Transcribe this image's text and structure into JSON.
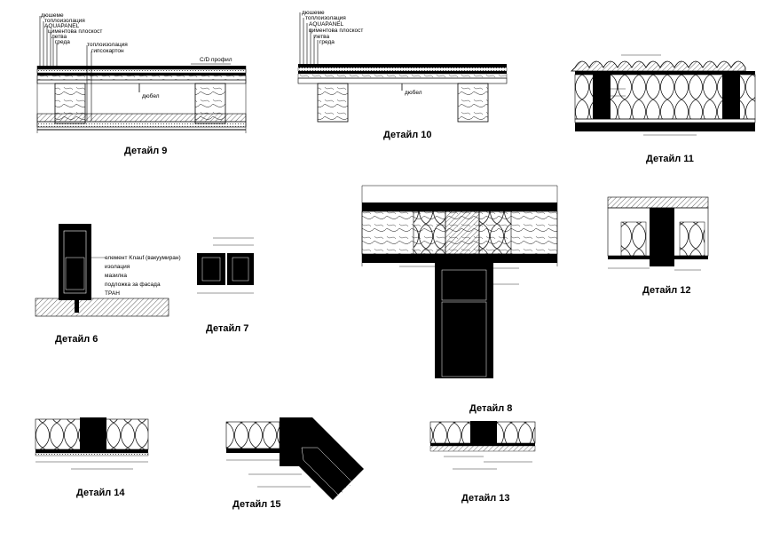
{
  "detail9": {
    "caption": "Детайл 9",
    "layers": [
      "дюшеме",
      "топлоизолация",
      "AQUAPANEL",
      "циментова плоскост",
      "летва",
      "греда"
    ],
    "right_labels": [
      "топлоизолация",
      "гипсокартон"
    ],
    "profile": "C/D профил",
    "dowel": "дюбел"
  },
  "detail10": {
    "caption": "Детайл 10",
    "layers": [
      "дюшеме",
      "топлоизолация",
      "AQUAPANEL",
      "циментова плоскост",
      "летва",
      "греда"
    ],
    "dowel": "дюбел"
  },
  "detail11": {
    "caption": "Детайл 11"
  },
  "detail6": {
    "caption": "Детайл 6",
    "labels": [
      "елемент Knauf (вакуумиран)",
      "изолация",
      "мазилка",
      "подложка за фасада",
      "ТРАН"
    ]
  },
  "detail7": {
    "caption": "Детайл 7"
  },
  "detail8": {
    "caption": "Детайл 8"
  },
  "detail12": {
    "caption": "Детайл 12"
  },
  "detail14": {
    "caption": "Детайл 14"
  },
  "detail15": {
    "caption": "Детайл 15"
  },
  "detail13": {
    "caption": "Детайл 13"
  }
}
